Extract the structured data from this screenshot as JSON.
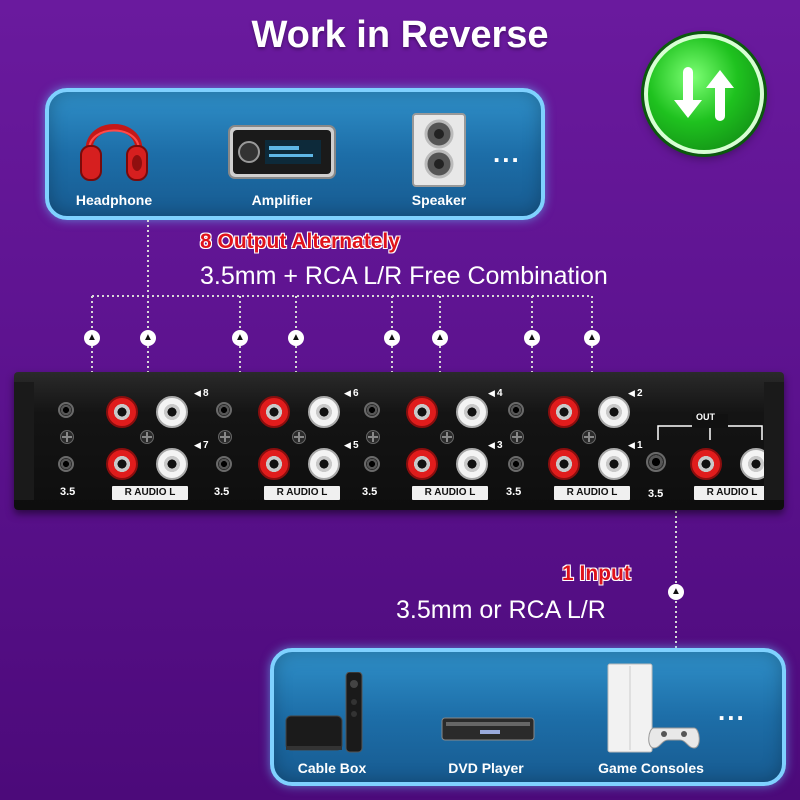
{
  "title": "Work in Reverse",
  "top_devices": {
    "items": [
      {
        "label": "Headphone",
        "icon": "headphone-icon"
      },
      {
        "label": "Amplifier",
        "icon": "amplifier-icon"
      },
      {
        "label": "Speaker",
        "icon": "speaker-icon"
      }
    ],
    "more": "..."
  },
  "output": {
    "headline": "8 Output Alternately",
    "subline": "3.5mm + RCA L/R Free Combination"
  },
  "switch": {
    "port_numbers": [
      "8",
      "7",
      "6",
      "5",
      "4",
      "3",
      "2",
      "1"
    ],
    "jack_label_35": "3.5",
    "rca_label": "R AUDIO L",
    "out_label": "OUT"
  },
  "input": {
    "headline": "1 Input",
    "subline": "3.5mm or RCA L/R"
  },
  "bottom_devices": {
    "items": [
      {
        "label": "Cable Box",
        "icon": "cable-box-icon"
      },
      {
        "label": "DVD Player",
        "icon": "dvd-player-icon"
      },
      {
        "label": "Game Consoles",
        "icon": "game-console-icon"
      }
    ],
    "more": "..."
  },
  "colors": {
    "background": "#5a118c",
    "panel": "#1d6ea8",
    "accent_red": "#e0121b",
    "badge_green": "#1fc21f"
  }
}
